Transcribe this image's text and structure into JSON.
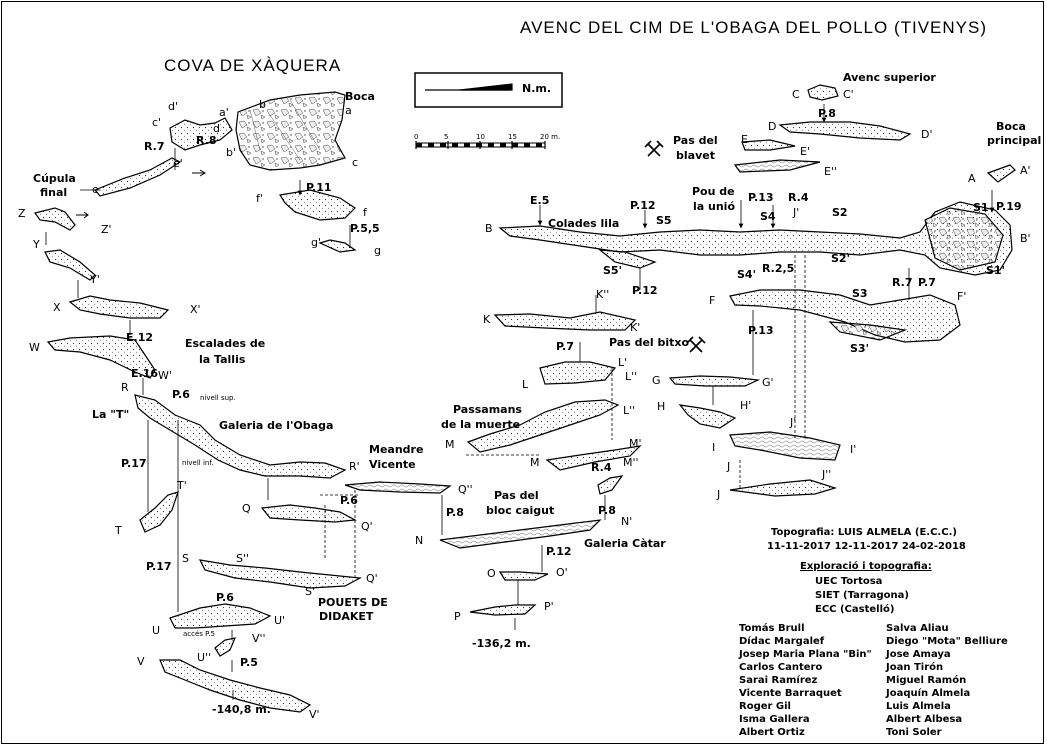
{
  "titles": {
    "main": "AVENC DEL CIM DE L'OBAGA DEL POLLO (TIVENYS)",
    "left": "COVA DE XÀQUERA"
  },
  "legend": {
    "north": "N.m.",
    "scale_ticks": [
      "0",
      "5",
      "10",
      "15",
      "20 m."
    ]
  },
  "xaquera": {
    "boca": "Boca",
    "cupula1": "Cúpula",
    "cupula2": "final",
    "escalades1": "Escalades de",
    "escalades2": "la Tallis",
    "la_t": "La \"T\"",
    "galeria": "Galeria de l'Obaga",
    "nivell_sup": "nivell sup.",
    "nivell_inf": "nivell inf.",
    "pouets1": "POUETS DE",
    "pouets2": "DIDAKET",
    "acces": "accés P.5",
    "depth": "-140,8 m.",
    "pitches": {
      "r7": "R.7",
      "r8": "R.8",
      "p11": "P.11",
      "p55": "P.5,5",
      "e12": "E.12",
      "e16": "E.16",
      "p6a": "P.6",
      "p17a": "P.17",
      "p17b": "P.17",
      "p6b": "P.6",
      "p5": "P.5"
    },
    "stations": {
      "a": "a",
      "a2": "a'",
      "b": "b",
      "b2": "b'",
      "c": "c",
      "c2": "c'",
      "d": "d",
      "d2": "d'",
      "e": "e",
      "e2": "e'",
      "f": "f",
      "f2": "f'",
      "g": "g",
      "g2": "g'",
      "Z": "Z",
      "Z2": "Z'",
      "Y": "Y",
      "Y2": "Y'",
      "X": "X",
      "X2": "X'",
      "W": "W",
      "W2": "W'",
      "R": "R",
      "R2": "R'",
      "T": "T",
      "T2": "T'",
      "Q": "Q",
      "Q2": "Q'",
      "S": "S",
      "S2": "S'",
      "S3": "S''",
      "U": "U",
      "U2": "U'",
      "U3": "U''",
      "V": "V",
      "V2": "V'",
      "V3": "V''"
    }
  },
  "avenc": {
    "avenc_superior": "Avenc superior",
    "boca1": "Boca",
    "boca2": "principal",
    "pas_blavet1": "Pas del",
    "pas_blavet2": "blavet",
    "colades": "Colades lila",
    "pou1": "Pou de",
    "pou2": "la unió",
    "pas_bitxo": "Pas del bitxo",
    "meandre1": "Meandre",
    "meandre2": "Vicente",
    "passamans1": "Passamans",
    "passamans2": "de la muerte",
    "bloc1": "Pas del",
    "bloc2": "bloc caigut",
    "catar": "Galeria Càtar",
    "depth": "-136,2 m.",
    "pitches": {
      "p8a": "P.8",
      "p19": "P.19",
      "e5": "E.5",
      "p12a": "P.12",
      "p13a": "P.13",
      "r4a": "R.4",
      "r25": "R.2,5",
      "r7": "R.7",
      "p7a": "P.7",
      "p12b": "P.12",
      "p13b": "P.13",
      "p7b": "P.7",
      "p6": "P.6",
      "p8b": "P.8",
      "r4b": "R.4",
      "p8c": "P.8",
      "p12c": "P.12"
    },
    "stations": {
      "A": "A",
      "A2": "A'",
      "B": "B",
      "B2": "B'",
      "C": "C",
      "C2": "C'",
      "D": "D",
      "D2": "D'",
      "E": "E",
      "E2": "E'",
      "E3": "E''",
      "F": "F",
      "F2": "F'",
      "G": "G",
      "G2": "G'",
      "H": "H",
      "H2": "H'",
      "I": "I",
      "I2": "I'",
      "J": "J",
      "J2": "J'",
      "J3": "J''",
      "J4": "J",
      "J5": "J'",
      "K": "K",
      "K2": "K'",
      "K3": "K''",
      "L": "L",
      "L2": "L'",
      "L3": "L''",
      "L4": "L''",
      "M": "M",
      "M2": "M'",
      "M3": "M",
      "M4": "M'",
      "M5": "M''",
      "N": "N",
      "N2": "N'",
      "O": "O",
      "O2": "O'",
      "P": "P",
      "P2": "P'",
      "Q": "Q''",
      "Q2": "Q'",
      "Q3": "Q'",
      "S1": "S1",
      "S1b": "S1'",
      "S2": "S2",
      "S2b": "S2'",
      "S3": "S3",
      "S3b": "S3'",
      "S4": "S4",
      "S4b": "S4'",
      "S5": "S5",
      "S5b": "S5'"
    }
  },
  "credits": {
    "topografia": "Topografia: LUIS ALMELA (E.C.C.)",
    "dates": "11-11-2017   12-11-2017   24-02-2018",
    "explo_title": "Exploració i topografia:",
    "groups": [
      "UEC Tortosa",
      "SIET (Tarragona)",
      "ECC (Castelló)"
    ],
    "col1": [
      "Tomás Brull",
      "Dídac Margalef",
      "Josep Maria Plana \"Bin\"",
      "Carlos Cantero",
      "Sarai Ramírez",
      "Vicente Barraquet",
      "Roger Gil",
      "Isma Gallera",
      "Albert Ortiz"
    ],
    "col2": [
      "Salva Aliau",
      "Diego \"Mota\" Belliure",
      "Jose Amaya",
      "Joan Tirón",
      "Miguel Ramón",
      "Joaquín Almela",
      "Luis Almela",
      "Albert Albesa",
      "Toni Soler"
    ]
  }
}
